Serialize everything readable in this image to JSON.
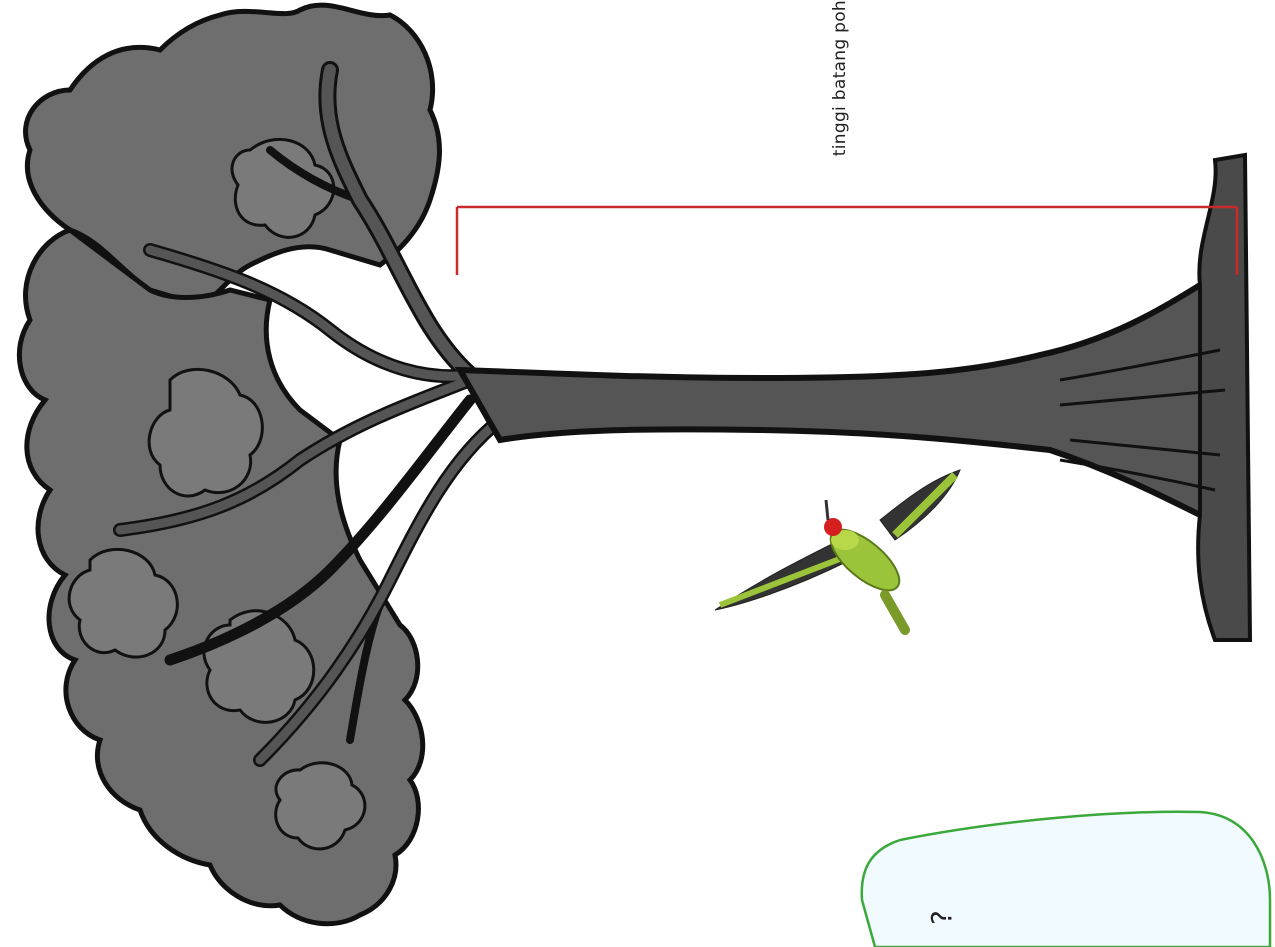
{
  "measure_label": "tinggi batang poh",
  "bubble_text": "?",
  "colors": {
    "canopy": "#6e6e6e",
    "trunk": "#555555",
    "outline": "#111111",
    "bracket": "#cc2a2a",
    "bubble_fill": "#f1fafe",
    "bubble_stroke": "#3aa83a",
    "bird_body": "#9cc43a",
    "bird_head": "#d62020"
  },
  "icons": {
    "tree": "tree-illustration",
    "bird": "woodpecker-illustration",
    "bubble": "speech-bubble"
  }
}
